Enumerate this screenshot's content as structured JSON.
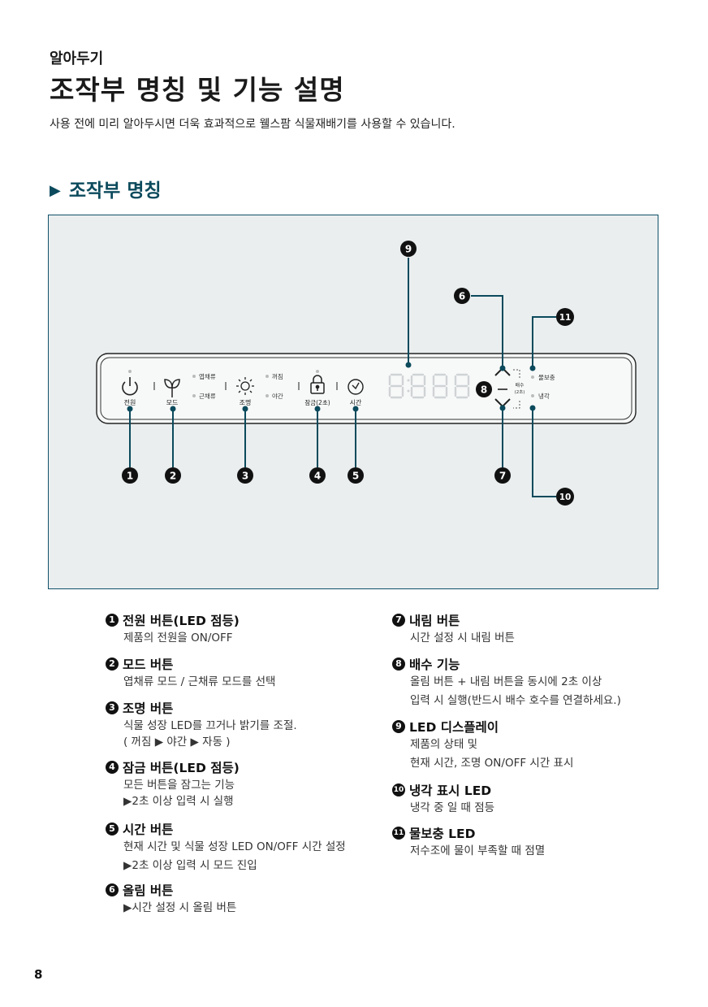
{
  "header": {
    "kicker": "알아두기",
    "title": "조작부 명칭 및 기능 설명",
    "subtitle": "사용 전에 미리 알아두시면 더욱 효과적으로 웰스팜 식물재배기를 사용할 수 있습니다."
  },
  "section": {
    "marker": "▶",
    "title": "조작부 명칭"
  },
  "panel": {
    "power_label": "전원",
    "mode_label": "모드",
    "leafy_label": "엽채류",
    "root_label": "근채류",
    "light_label": "조명",
    "off_label": "꺼짐",
    "night_label": "야간",
    "lock_label": "잠금(2초)",
    "time_label": "시간",
    "multiplier_label": "배수",
    "multiplier_sub": "(2초)",
    "refill_label": "물보충",
    "cooling_label": "냉각"
  },
  "callouts": [
    "1",
    "2",
    "3",
    "4",
    "5",
    "6",
    "7",
    "8",
    "9",
    "10",
    "11"
  ],
  "colors": {
    "accent": "#0b4a5c",
    "panel_bg": "#eaeeef",
    "segment": "#c9cdd0"
  },
  "items_left": [
    {
      "num": "1",
      "title": "전원 버튼(LED 점등)",
      "lines": [
        "제품의 전원을 ON/OFF"
      ]
    },
    {
      "num": "2",
      "title": "모드 버튼",
      "lines": [
        "엽채류 모드 / 근채류 모드를 선택"
      ]
    },
    {
      "num": "3",
      "title": "조명 버튼",
      "lines": [
        "식물 성장 LED를 끄거나 밝기를 조절.",
        "( 꺼짐 ▶ 야간 ▶ 자동 )"
      ]
    },
    {
      "num": "4",
      "title": "잠금 버튼(LED 점등)",
      "lines": [
        "모든 버튼을 잠그는 기능",
        "▶2초 이상 입력 시 실행"
      ]
    },
    {
      "num": "5",
      "title": "시간 버튼",
      "lines": [
        "현재 시간 및 식물 성장 LED ON/OFF 시간 설정",
        "▶2초 이상 입력 시 모드 진입"
      ]
    },
    {
      "num": "6",
      "title": "올림 버튼",
      "lines": [
        "▶시간 설정 시 올림 버튼"
      ]
    }
  ],
  "items_right": [
    {
      "num": "7",
      "title": "내림 버튼",
      "lines": [
        "시간 설정 시 내림 버튼"
      ]
    },
    {
      "num": "8",
      "title": "배수 기능",
      "lines": [
        "올림 버튼 + 내림 버튼을 동시에 2초 이상",
        "입력 시 실행(반드시 배수 호수를 연결하세요.)"
      ]
    },
    {
      "num": "9",
      "title": "LED 디스플레이",
      "lines": [
        "제품의 상태 및",
        "현재 시간, 조명 ON/OFF 시간 표시"
      ]
    },
    {
      "num": "10",
      "title": "냉각 표시 LED",
      "lines": [
        "냉각 중 일 때 점등"
      ]
    },
    {
      "num": "11",
      "title": "물보충 LED",
      "lines": [
        "저수조에 물이 부족할 때 점멸"
      ]
    }
  ],
  "page_number": "8"
}
